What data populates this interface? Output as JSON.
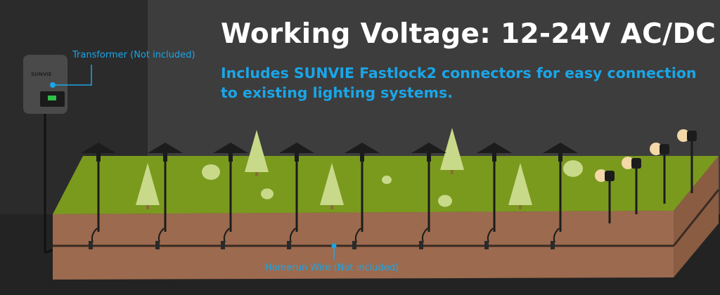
{
  "headline": "Working Voltage: 12-24V AC/DC",
  "subline": "Includes SUNVIE Fastlock2 connectors for easy connection to existing lighting systems.",
  "callouts": {
    "transformer": "Transformer (Not included)",
    "homerun": "Homerun Wire (Not included)"
  },
  "transformer_brand": "SUNVIE",
  "colors": {
    "accent": "#1aa6e8",
    "grass": "#7a9a1e",
    "soil": "#9c6a4e",
    "wall": "#3c3c3c"
  }
}
